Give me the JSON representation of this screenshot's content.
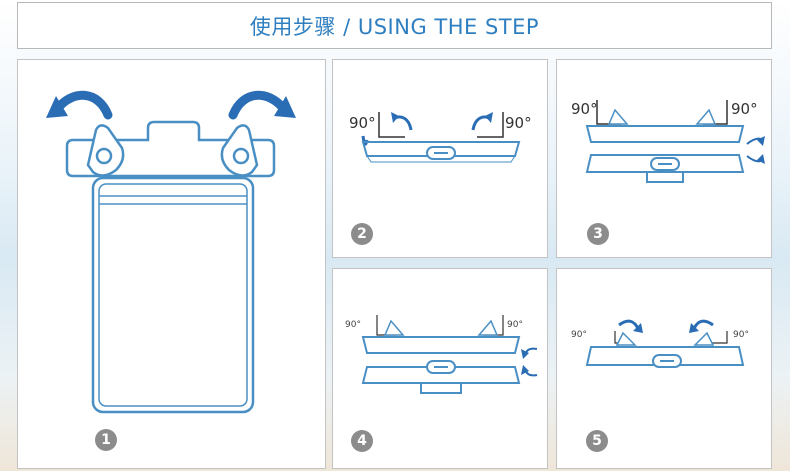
{
  "title": "使用步骤 / USING THE STEP",
  "steps": [
    {
      "number": "1",
      "icon": "waterproof-pouch-open-clips-icon"
    },
    {
      "number": "2",
      "icon": "clips-opened-90-degree-icon",
      "angle_left": "90°",
      "angle_right": "90°"
    },
    {
      "number": "3",
      "icon": "insert-phone-into-pouch-icon",
      "angle_left": "90°",
      "angle_right": "90°"
    },
    {
      "number": "4",
      "icon": "seal-pouch-layers-icon",
      "angle_left": "90°",
      "angle_right": "90°"
    },
    {
      "number": "5",
      "icon": "close-clips-icon",
      "angle_left": "90°",
      "angle_right": "90°"
    }
  ],
  "colors": {
    "line": "#4a8fc4",
    "arrow": "#2a6db5",
    "title": "#2f7fc0",
    "badge": "#8c8c8c"
  }
}
